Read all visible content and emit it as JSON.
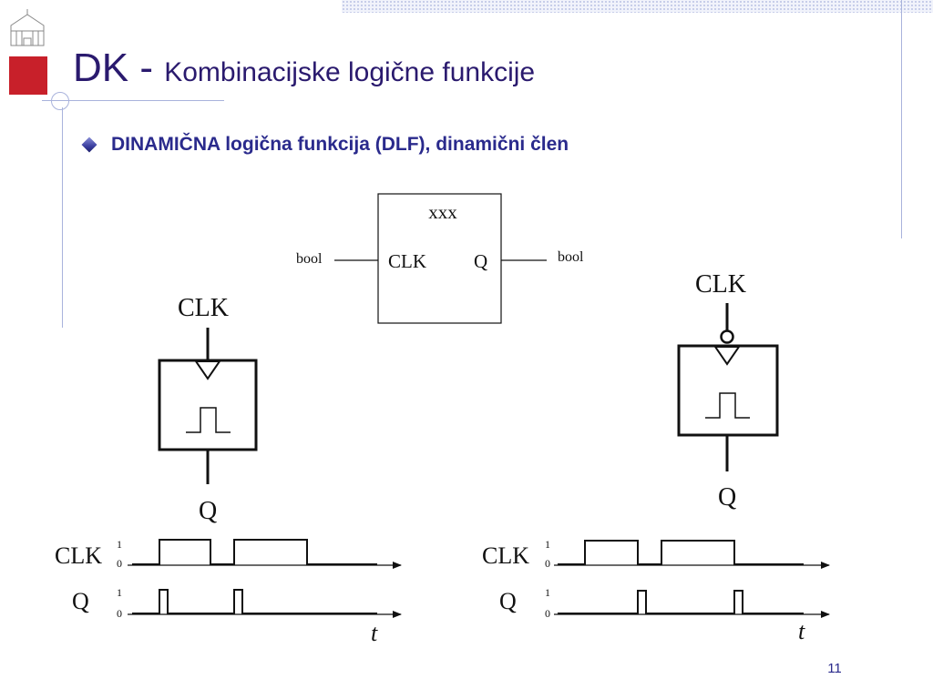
{
  "title": {
    "main": "DK - ",
    "sub": "Kombinacijske logične funkcije"
  },
  "bullet": {
    "text": "DINAMIČNA logična funkcija (DLF), dinamični člen"
  },
  "block": {
    "name": "xxx",
    "input_port": "CLK",
    "output_port": "Q",
    "input_type": "bool",
    "output_type": "bool"
  },
  "rising_element": {
    "clk_label": "CLK",
    "q_label": "Q"
  },
  "falling_element": {
    "clk_label": "CLK",
    "q_label": "Q"
  },
  "timing": {
    "left": {
      "clk_label": "CLK",
      "q_label": "Q",
      "high": "1",
      "low": "0",
      "time_label": "t"
    },
    "right": {
      "clk_label": "CLK",
      "q_label": "Q",
      "high": "1",
      "low": "0",
      "time_label": "t"
    }
  },
  "page_number": "11",
  "colors": {
    "title": "#2a1a6e",
    "bullet": "#2a2a8c",
    "logo_red": "#c8202a",
    "accent_line": "#a9b3dc"
  }
}
